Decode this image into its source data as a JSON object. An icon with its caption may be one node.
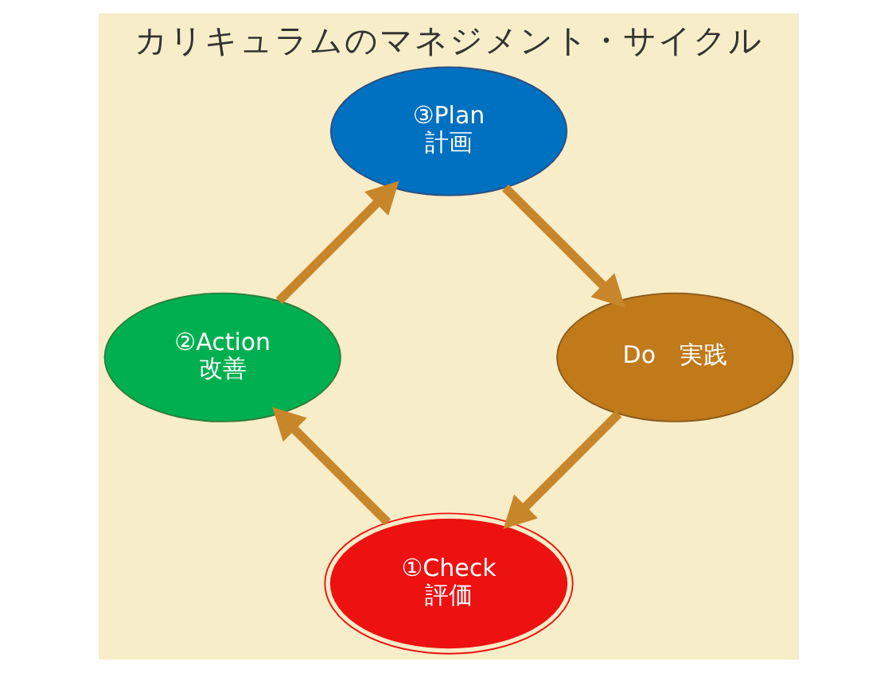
{
  "diagram": {
    "title": "カリキュラムのマネジメント・サイクル",
    "nodes": [
      {
        "text": [
          "①Check",
          "評価"
        ]
      },
      {
        "text": [
          "②Action",
          "改善"
        ]
      },
      {
        "text": [
          "③Plan",
          "計画"
        ]
      },
      {
        "text": [
          "Do　実践"
        ]
      }
    ],
    "edges": [
      {
        "from": 0,
        "to": 1,
        "arrow": "to"
      },
      {
        "from": 1,
        "to": 2,
        "arrow": "to"
      },
      {
        "from": 2,
        "to": 3,
        "arrow": "to"
      },
      {
        "from": 3,
        "to": 0,
        "arrow": "to"
      }
    ]
  }
}
